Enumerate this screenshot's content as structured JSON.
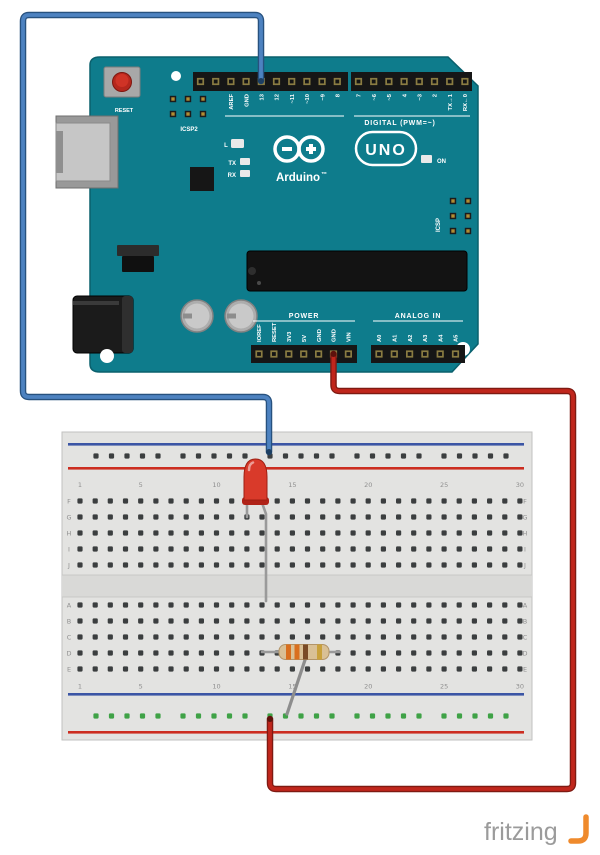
{
  "arduino": {
    "reset_label": "RESET",
    "icsp2_label": "ICSP2",
    "icsp_label": "ICSP",
    "digital_header_label": "DIGITAL (PWM=~)",
    "power_header_label": "POWER",
    "analog_header_label": "ANALOG IN",
    "brand": "Arduino",
    "trademark": "™",
    "model": "UNO",
    "indicators": {
      "l": "L",
      "tx": "TX",
      "rx": "RX",
      "on": "ON"
    },
    "digital_pins": [
      "AREF",
      "GND",
      "13",
      "12",
      "~11",
      "~10",
      "~9",
      "8",
      "7",
      "~6",
      "~5",
      "4",
      "~3",
      "2",
      "TX→1",
      "RX←0"
    ],
    "power_pins": [
      "IOREF",
      "RESET",
      "3V3",
      "5V",
      "GND",
      "GND",
      "VIN"
    ],
    "analog_pins": [
      "A0",
      "A1",
      "A2",
      "A3",
      "A4",
      "A5"
    ],
    "board_color": "#0e7c8c"
  },
  "breadboard": {
    "column_numbers": [
      "1",
      "5",
      "10",
      "15",
      "20",
      "25",
      "30"
    ],
    "row_letters_top": [
      "F",
      "G",
      "H",
      "I",
      "J"
    ],
    "row_letters_bottom": [
      "A",
      "B",
      "C",
      "D",
      "E"
    ],
    "rail_blue": "#3b55a5",
    "rail_red": "#cc2d20",
    "connected_hole_green": "#3fa246"
  },
  "components": {
    "led": {
      "name": "red-led",
      "color": "#d93a2a"
    },
    "resistor": {
      "name": "resistor",
      "body_color": "#d9c095",
      "band_colors": [
        "#d96f1e",
        "#d96f1e",
        "#7a4b26",
        "#c9a13b"
      ]
    },
    "wire_blue": {
      "name": "blue-jumper-wire",
      "color": "#4d82c0"
    },
    "wire_red": {
      "name": "red-jumper-wire",
      "color": "#c0261c"
    }
  },
  "watermark": {
    "text": "fritzing",
    "orange": "#ef8a2c"
  }
}
